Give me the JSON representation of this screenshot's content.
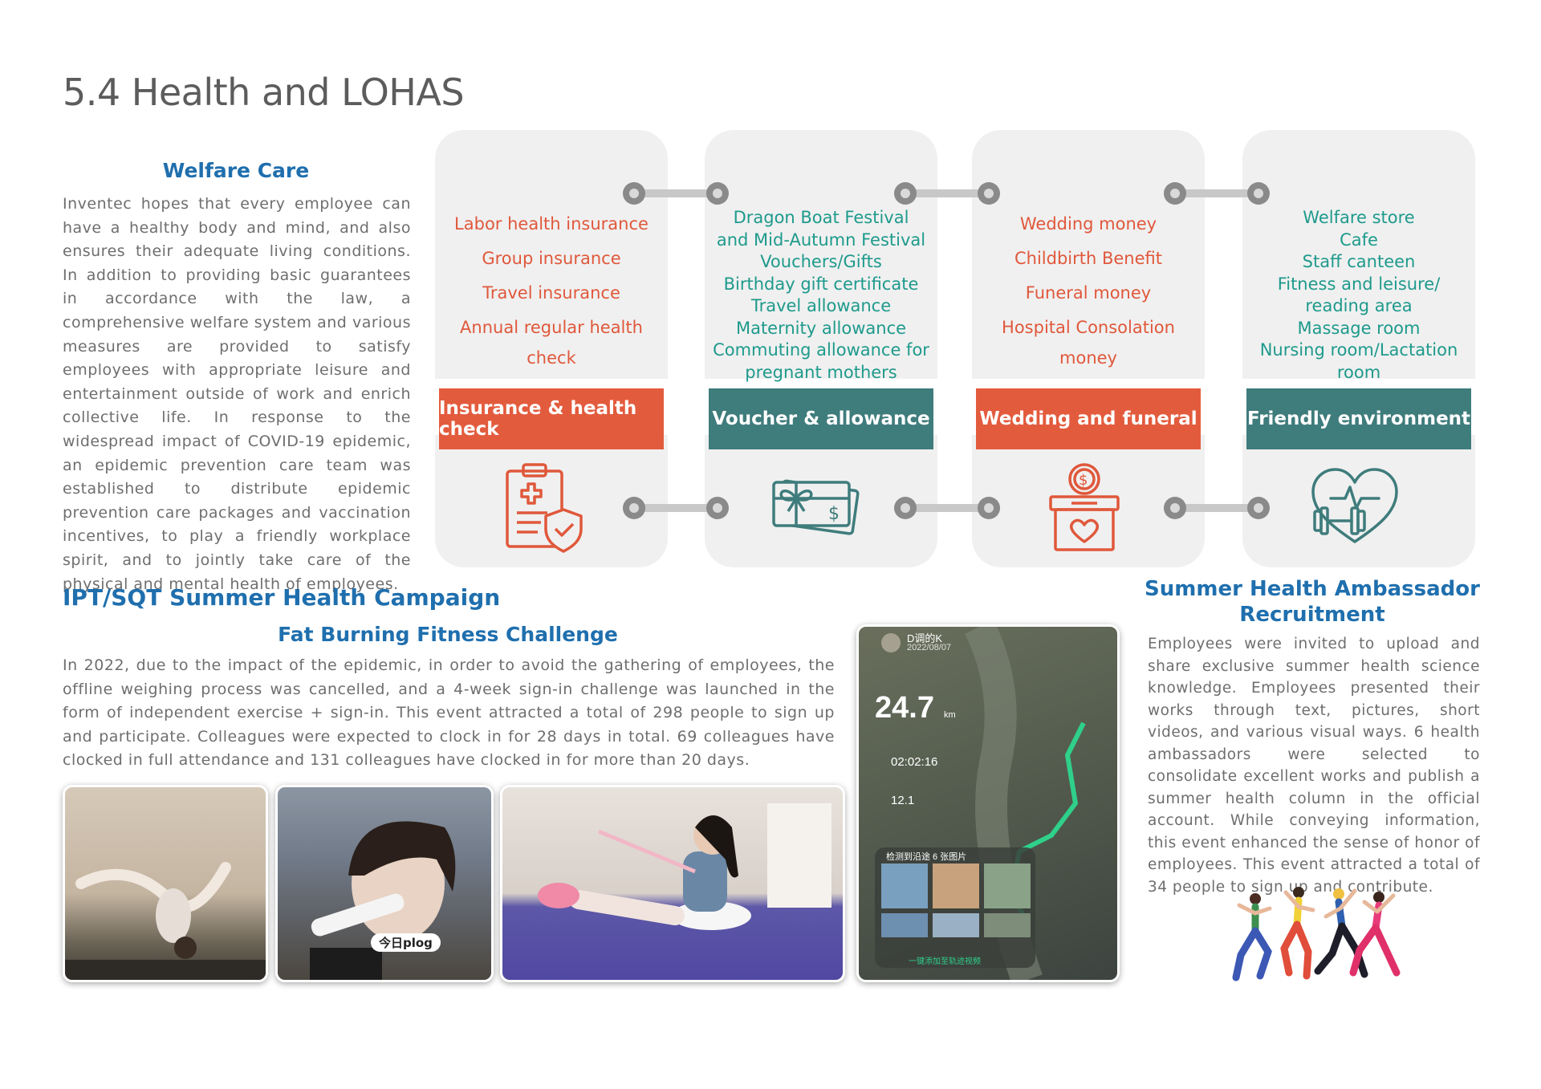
{
  "page": {
    "title": "5.4 Health and LOHAS"
  },
  "welfare": {
    "heading": "Welfare Care",
    "text": "Inventec hopes that every employee can have a healthy body and mind, and also ensures their adequate living conditions. In addition to providing basic guarantees in accordance with the law, a comprehensive welfare system and various measures are provided to satisfy employees with appropriate leisure and entertainment outside of work and enrich collective life. In response to the widespread impact of COVID-19 epidemic, an epidemic prevention care team was established to distribute epidemic prevention care packages and vaccination incentives, to play a friendly workplace spirit, and to jointly take care of the physical and mental health of employees."
  },
  "cards": [
    {
      "label": "Insurance & health check",
      "items": [
        "Labor health insurance",
        "Group insurance",
        "Travel insurance",
        "Annual regular health",
        "check"
      ],
      "icon": "clipboard-shield-icon"
    },
    {
      "label": "Voucher & allowance",
      "items": [
        "Dragon Boat Festival",
        "and Mid-Autumn Festival",
        "Vouchers/Gifts",
        "Birthday gift certificate",
        "Travel allowance",
        "Maternity allowance",
        "Commuting allowance for",
        "pregnant mothers"
      ],
      "icon": "gift-card-icon"
    },
    {
      "label": "Wedding and funeral",
      "items": [
        "Wedding money",
        "Childbirth Benefit",
        "Funeral money",
        "Hospital Consolation",
        "money"
      ],
      "icon": "donation-box-icon"
    },
    {
      "label": "Friendly environment",
      "items": [
        "Welfare store",
        "Cafe",
        "Staff canteen",
        "Fitness and leisure/",
        "reading area",
        "Massage room",
        "Nursing room/Lactation",
        "room"
      ],
      "icon": "heart-dumbbell-icon"
    }
  ],
  "campaign": {
    "heading": "IPT/SQT Summer Health Campaign",
    "subheading": "Fat Burning Fitness Challenge",
    "text": "In 2022, due to the impact of the epidemic, in order to avoid the gathering of employees, the offline weighing process was cancelled, and a 4-week sign-in challenge was launched in the form of independent exercise + sign-in. This event attracted a total of 298 people to sign up and participate. Colleagues were expected to clock in for 28 days in total. 69 colleagues have clocked in full attendance and 131 colleagues have clocked in for more than 20 days."
  },
  "photos": {
    "photo2_caption": "今日plog",
    "app_user": "D调的K",
    "app_date": "2022/08/07",
    "app_distance": "24.7",
    "app_unit": "km",
    "app_time": "02:02:16",
    "app_pace": "12.1",
    "app_detect": "检测到沿途 6 张图片",
    "app_button": "一键添加至轨迹视频"
  },
  "ambassador": {
    "heading_line1": "Summer Health Ambassador",
    "heading_line2": "Recruitment",
    "text": "Employees were invited to upload and share exclusive summer health science knowledge. Employees presented their works through text, pictures, short videos, and various visual ways. 6 health ambassadors were selected to consolidate excellent works and publish a summer health column in the official account. While conveying information, this event enhanced the sense of honor of employees. This event attracted a total of 34 people to sign up and contribute."
  },
  "colors": {
    "red": "#e35b3d",
    "teal": "#3f7c7c",
    "blue_heading": "#1f6fae"
  }
}
